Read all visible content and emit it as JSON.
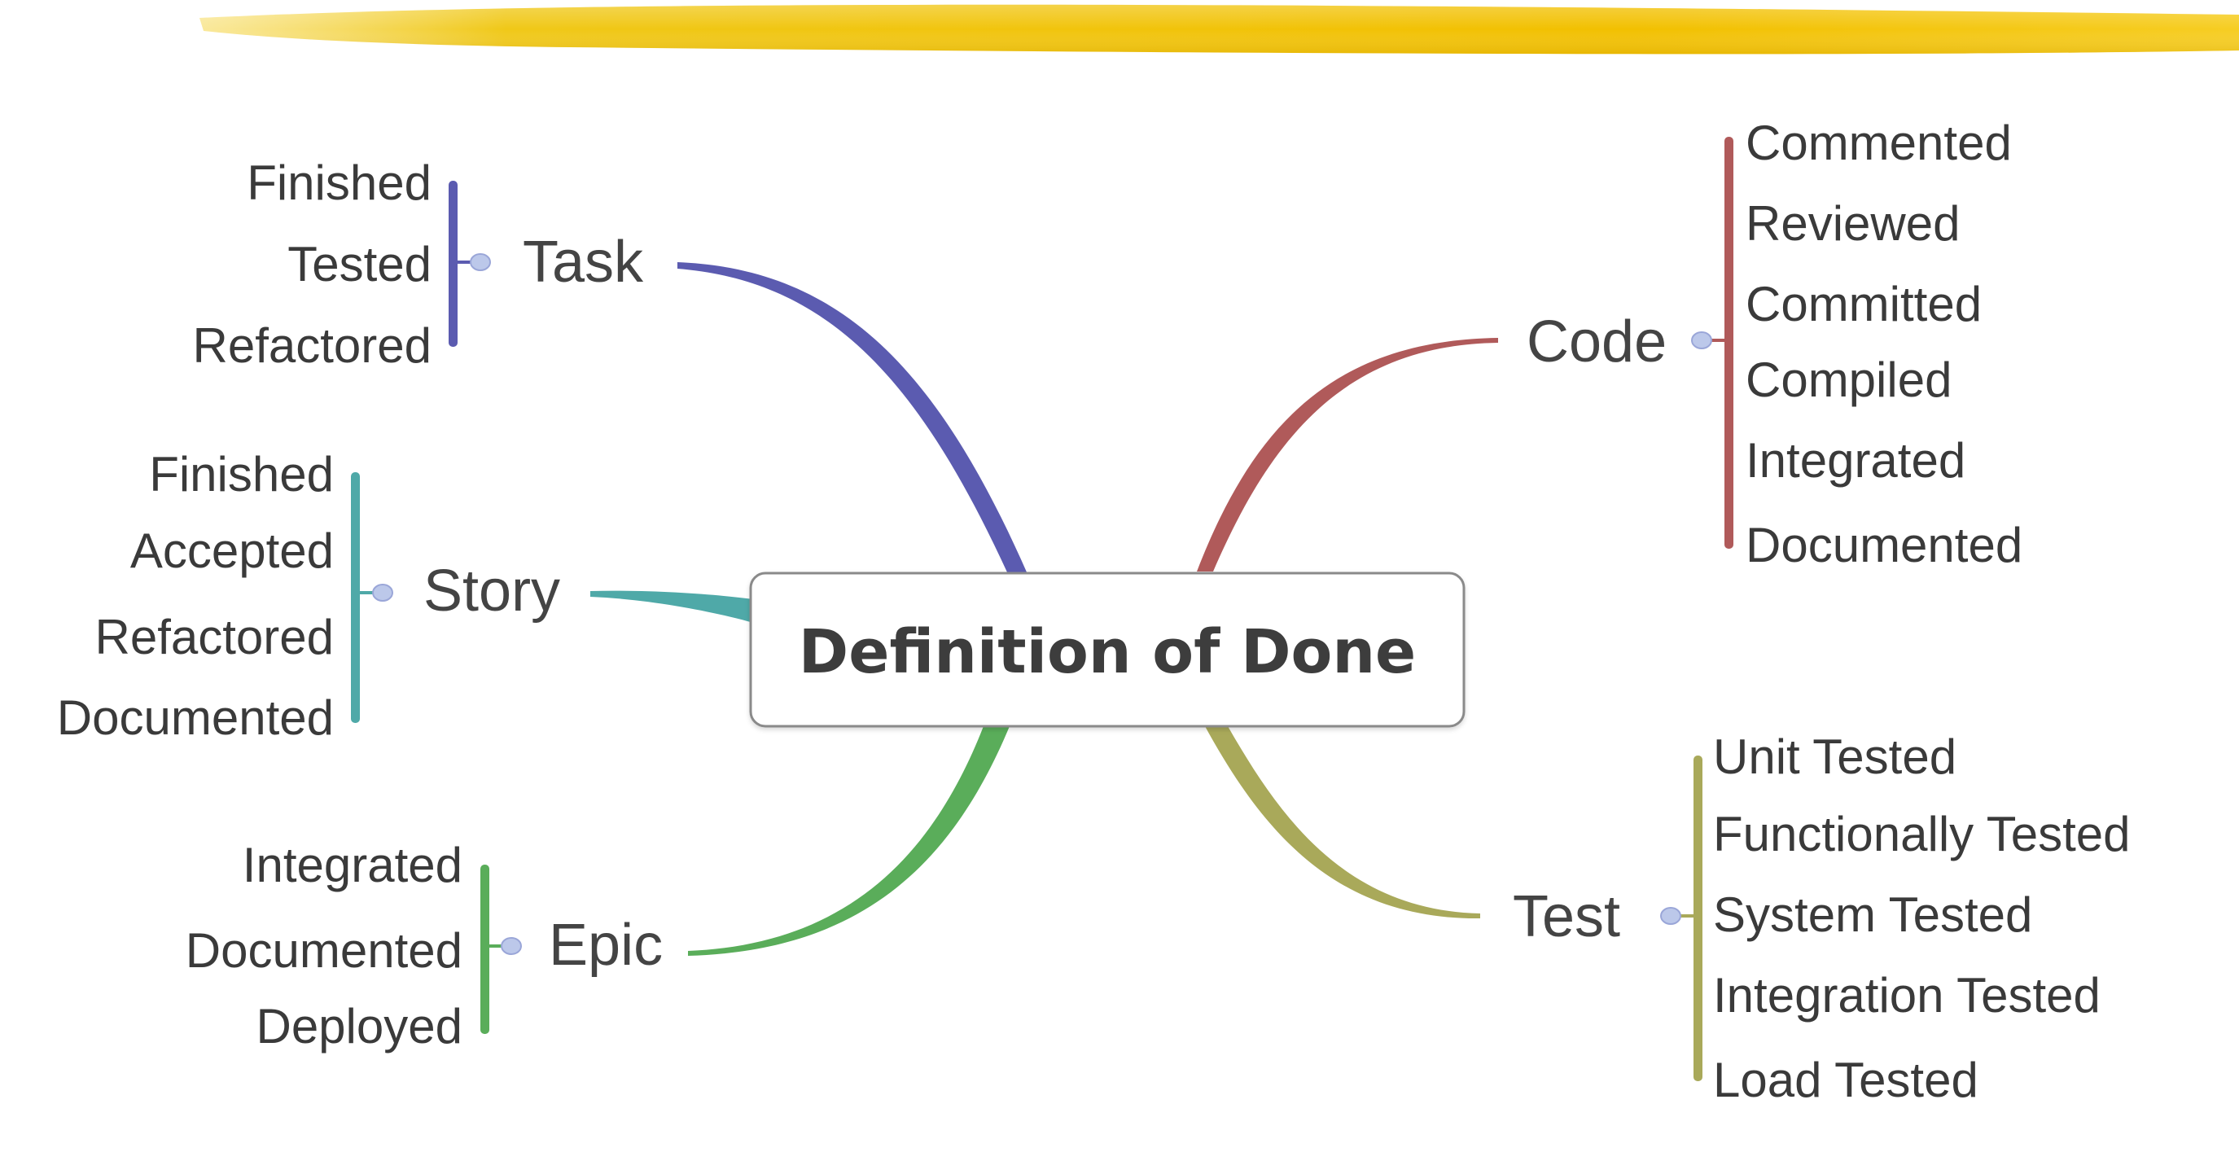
{
  "root": {
    "label": "Definition of Done"
  },
  "branches": {
    "task": {
      "label": "Task",
      "color": "#5b5bb0",
      "items": [
        "Finished",
        "Tested",
        "Refactored"
      ]
    },
    "story": {
      "label": "Story",
      "color": "#4fa9a8",
      "items": [
        "Finished",
        "Accepted",
        "Refactored",
        "Documented"
      ]
    },
    "epic": {
      "label": "Epic",
      "color": "#5aad5a",
      "items": [
        "Integrated",
        "Documented",
        "Deployed"
      ]
    },
    "code": {
      "label": "Code",
      "color": "#b05a5a",
      "items": [
        "Commented",
        "Reviewed",
        "Committed",
        "Compiled",
        "Integrated",
        "Documented"
      ]
    },
    "test": {
      "label": "Test",
      "color": "#a9a95a",
      "items": [
        "Unit Tested",
        "Functionally Tested",
        "System Tested",
        "Integration Tested",
        "Load Tested"
      ]
    }
  },
  "colors": {
    "highlight": "#f2c200",
    "collapse_marker": "#bcc8ea",
    "root_border": "#8a8a8a"
  }
}
